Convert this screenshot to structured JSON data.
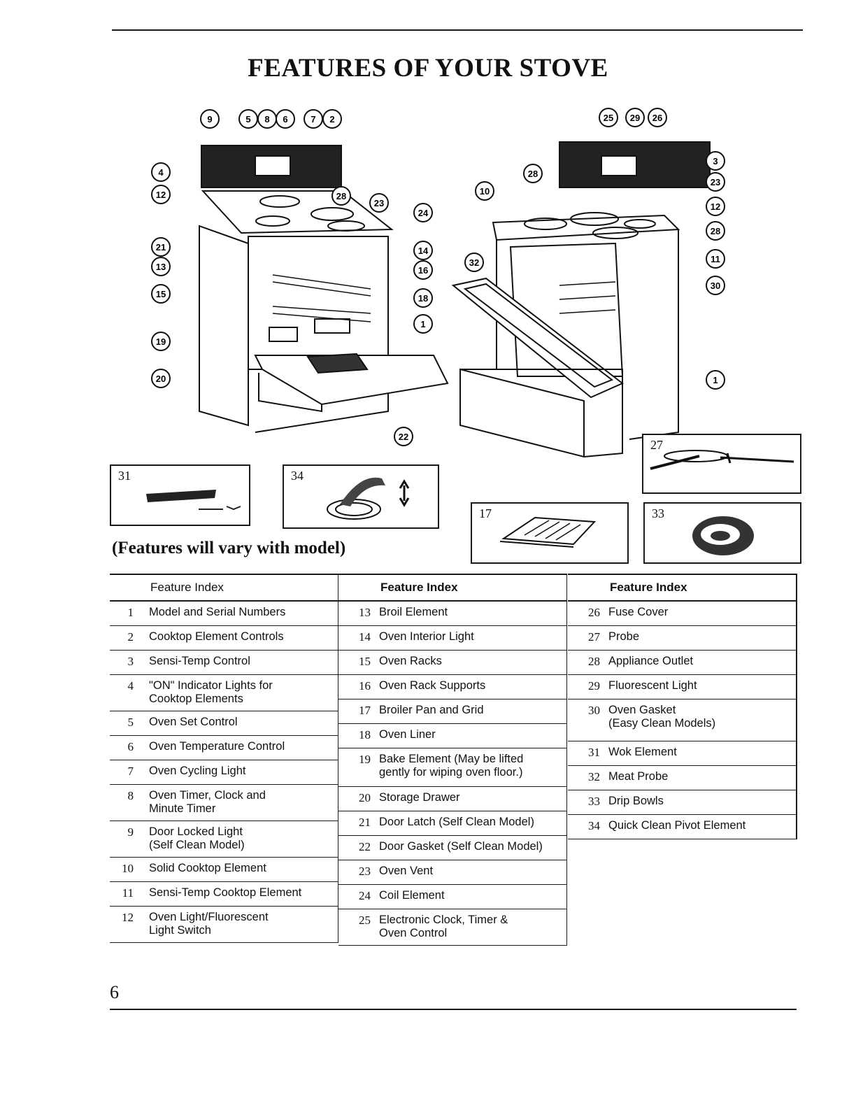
{
  "title": "FEATURES OF YOUR STOVE",
  "note": "(Features will vary with model)",
  "page_number": "6",
  "insets": [
    {
      "number": "31",
      "label": "Wok Element",
      "icon": "wok-element-icon"
    },
    {
      "number": "34",
      "label": "Quick Clean Pivot Element",
      "icon": "pivot-element-icon"
    },
    {
      "number": "17",
      "label": "Broiler Pan and Grid",
      "icon": "broiler-pan-icon"
    },
    {
      "number": "27",
      "label": "Probe",
      "icon": "probe-icon"
    },
    {
      "number": "33",
      "label": "Drip Bowls",
      "icon": "drip-bowl-icon"
    }
  ],
  "callouts_left": [
    "9",
    "5",
    "8",
    "6",
    "7",
    "2",
    "4",
    "12",
    "28",
    "23",
    "24",
    "21",
    "14",
    "13",
    "16",
    "15",
    "18",
    "1",
    "19",
    "20",
    "22"
  ],
  "callouts_right": [
    "25",
    "29",
    "26",
    "28",
    "3",
    "10",
    "23",
    "12",
    "28",
    "32",
    "11",
    "30",
    "1"
  ],
  "table": {
    "columns": [
      {
        "header": "Feature Index",
        "rows": [
          {
            "n": "1",
            "t": "Model and Serial Numbers"
          },
          {
            "n": "2",
            "t": "Cooktop Element Controls"
          },
          {
            "n": "3",
            "t": "Sensi-Temp Control"
          },
          {
            "n": "4",
            "t": "\"ON\" Indicator Lights for\nCooktop Elements"
          },
          {
            "n": "5",
            "t": "Oven Set Control"
          },
          {
            "n": "6",
            "t": "Oven Temperature Control"
          },
          {
            "n": "7",
            "t": "Oven Cycling Light"
          },
          {
            "n": "8",
            "t": "Oven Timer, Clock and\nMinute Timer"
          },
          {
            "n": "9",
            "t": "Door Locked Light\n(Self Clean Model)"
          },
          {
            "n": "10",
            "t": "Solid Cooktop Element"
          },
          {
            "n": "11",
            "t": "Sensi-Temp Cooktop Element"
          },
          {
            "n": "12",
            "t": "Oven Light/Fluorescent\nLight Switch"
          }
        ]
      },
      {
        "header": "Feature Index",
        "rows": [
          {
            "n": "13",
            "t": "Broil Element"
          },
          {
            "n": "14",
            "t": "Oven Interior Light"
          },
          {
            "n": "15",
            "t": "Oven Racks"
          },
          {
            "n": "16",
            "t": "Oven Rack Supports"
          },
          {
            "n": "17",
            "t": "Broiler Pan and Grid"
          },
          {
            "n": "18",
            "t": "Oven Liner"
          },
          {
            "n": "19",
            "t": "Bake Element (May be lifted\ngently for wiping oven floor.)"
          },
          {
            "n": "20",
            "t": "Storage Drawer"
          },
          {
            "n": "21",
            "t": "Door Latch (Self Clean Model)"
          },
          {
            "n": "22",
            "t": "Door Gasket (Self Clean Model)"
          },
          {
            "n": "23",
            "t": "Oven Vent"
          },
          {
            "n": "24",
            "t": "Coil Element"
          },
          {
            "n": "25",
            "t": "Electronic Clock, Timer &\nOven Control"
          }
        ]
      },
      {
        "header": "Feature Index",
        "rows": [
          {
            "n": "26",
            "t": "Fuse Cover"
          },
          {
            "n": "27",
            "t": "Probe"
          },
          {
            "n": "28",
            "t": "Appliance Outlet"
          },
          {
            "n": "29",
            "t": "Fluorescent Light"
          },
          {
            "n": "30",
            "t": "Oven Gasket\n(Easy Clean Models)"
          },
          {
            "n": "31",
            "t": "Wok Element"
          },
          {
            "n": "32",
            "t": "Meat Probe"
          },
          {
            "n": "33",
            "t": "Drip Bowls"
          },
          {
            "n": "34",
            "t": "Quick Clean Pivot Element"
          }
        ]
      }
    ]
  }
}
